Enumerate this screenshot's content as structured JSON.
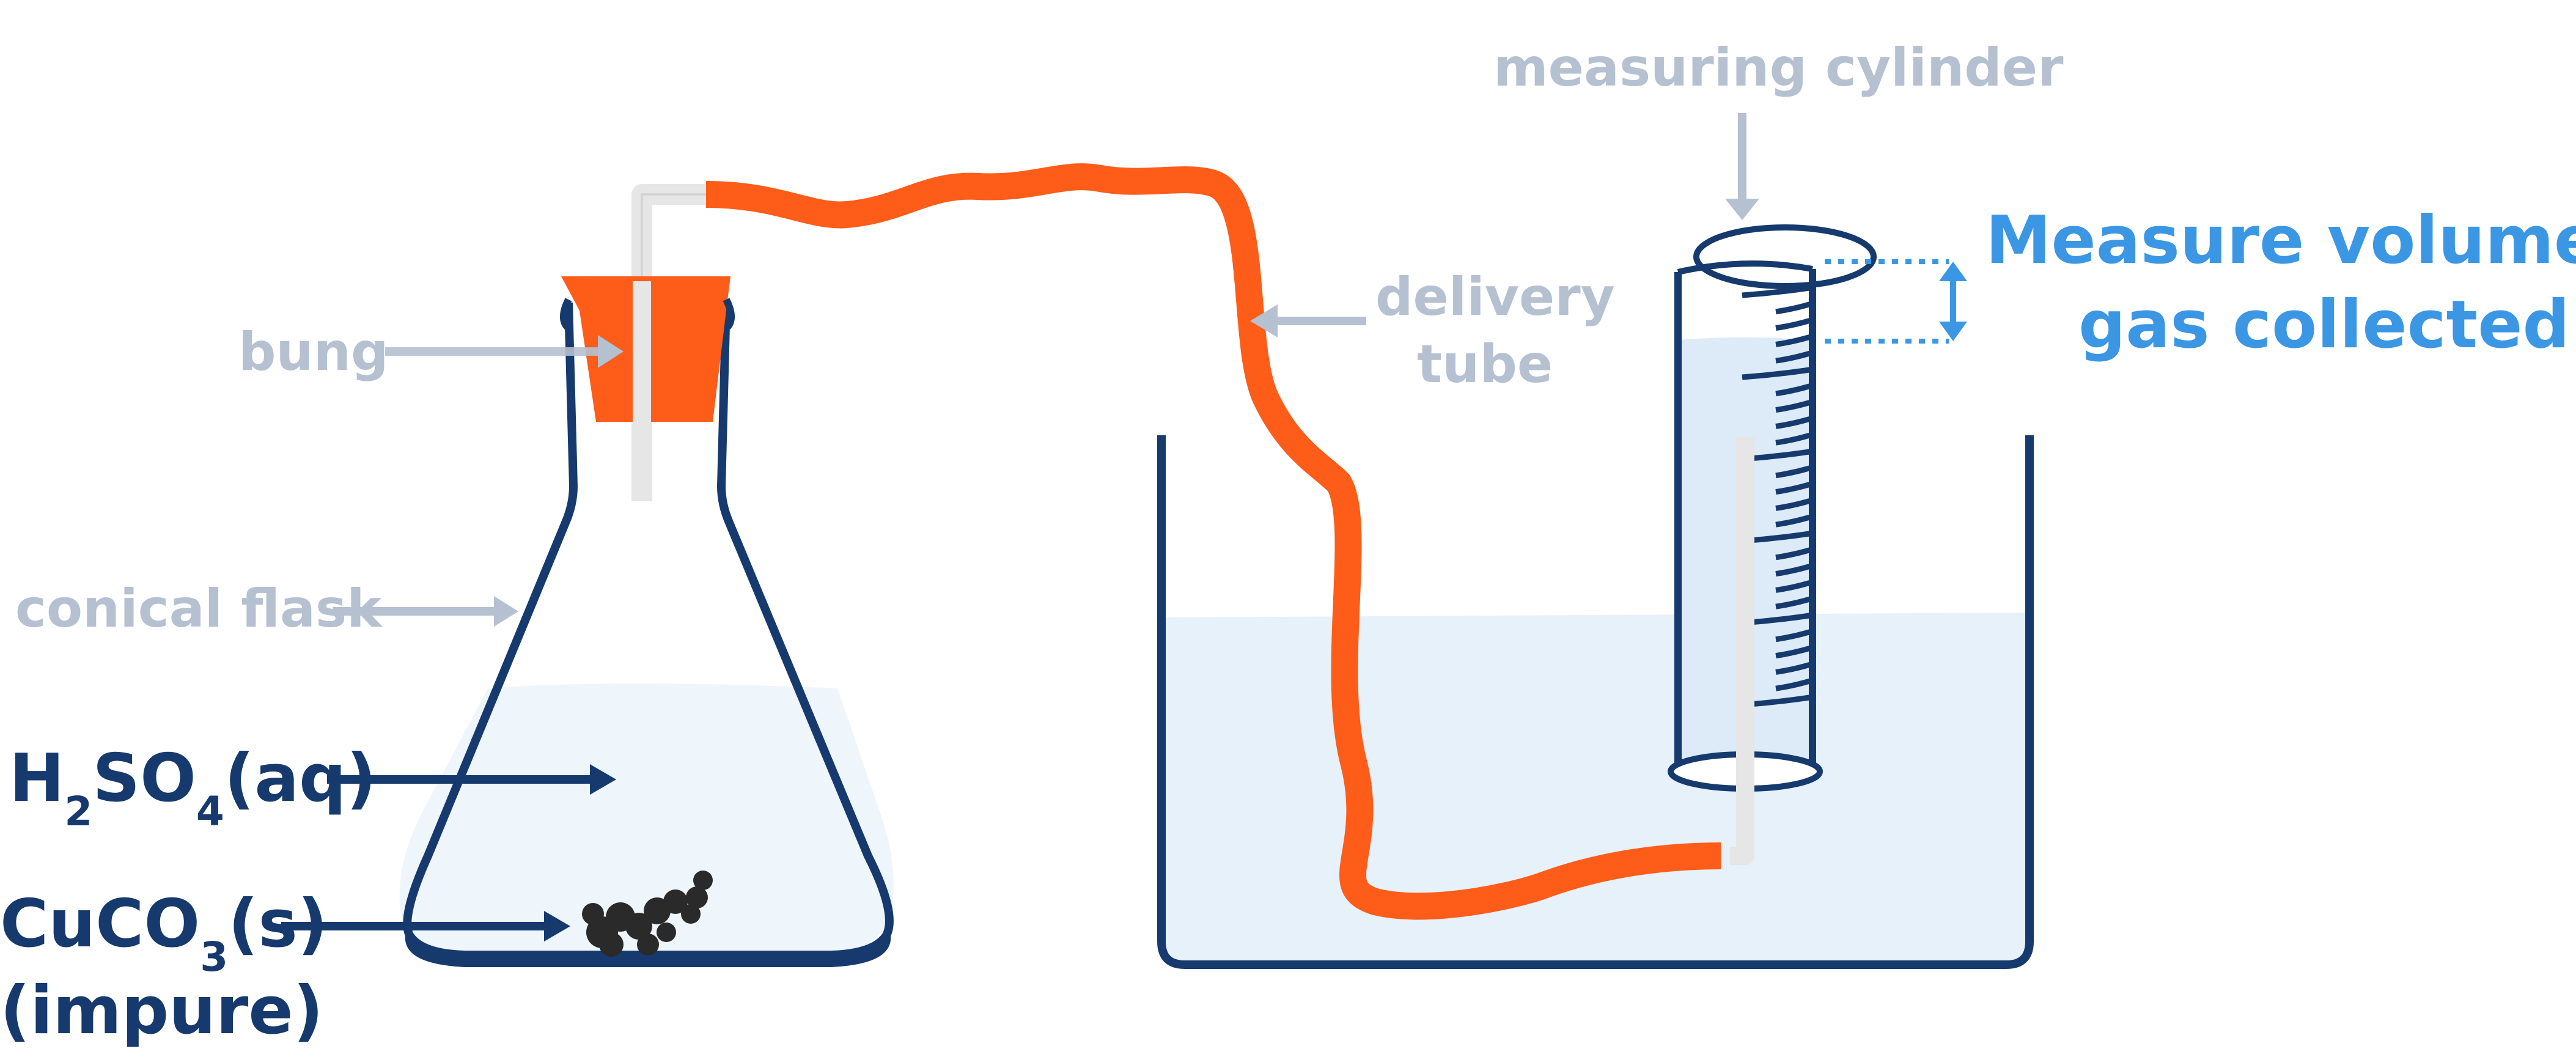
{
  "labels": {
    "measuring_cylinder": "measuring cylinder",
    "delivery_tube_line1": "delivery",
    "delivery_tube_line2": "tube",
    "bung": "bung",
    "conical_flask": "conical flask",
    "measure_line1": "Measure volume of",
    "measure_line2": "gas collected",
    "acid": {
      "pre": "H",
      "sub1": "2",
      "mid": "SO",
      "sub2": "4",
      "post": "(aq)"
    },
    "carbonate": {
      "pre": "CuCO",
      "sub1": "3",
      "post": "(s)"
    },
    "carbonate_note": "(impure)"
  },
  "colors": {
    "outline": "#163a6e",
    "tube": "#fd5c19",
    "bung": "#fd5c19",
    "liquid": "#e6f1fa",
    "label_grey": "#b5c0d0",
    "arrow_grey": "#b5c0d0",
    "accent_blue": "#3b97e3",
    "glass": "#e6e6e6",
    "solid": "#222222"
  }
}
